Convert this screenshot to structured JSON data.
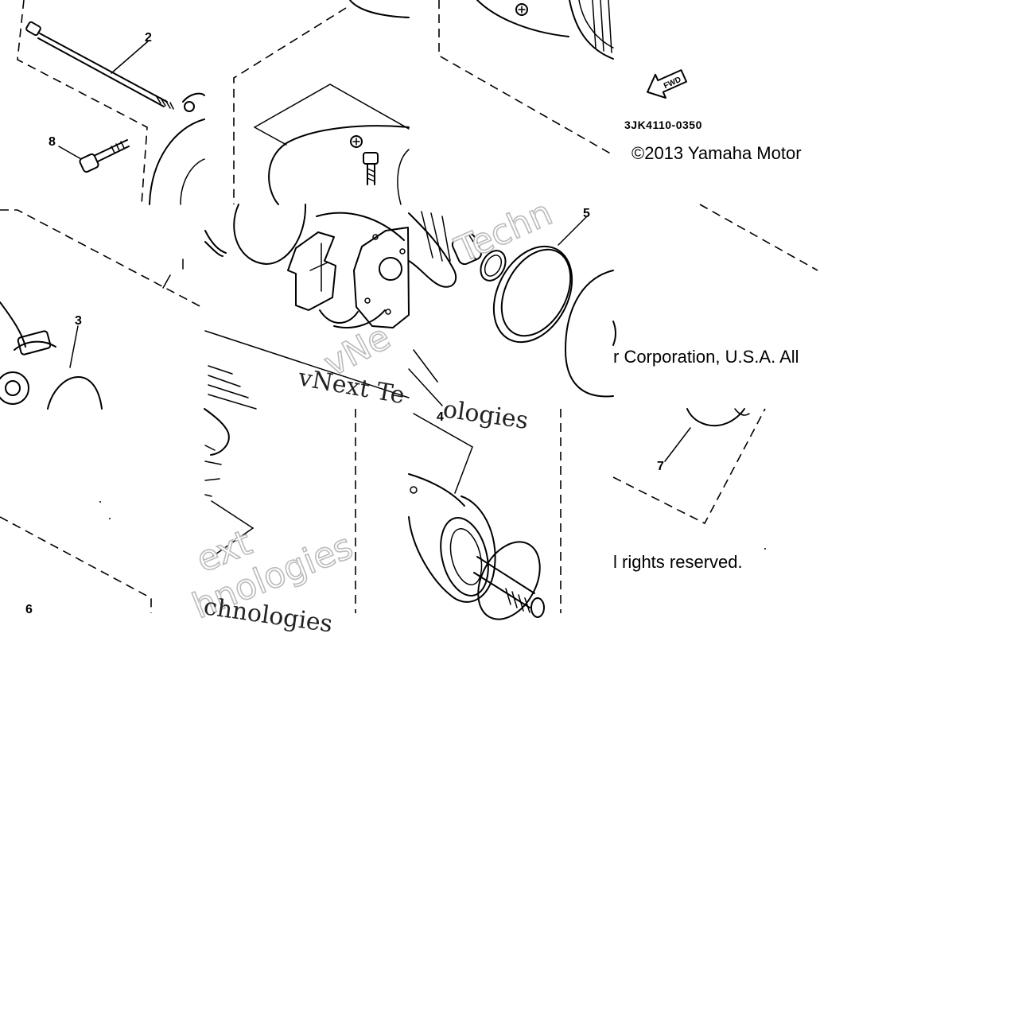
{
  "callouts": {
    "c2": "2",
    "c8": "8",
    "c3": "3",
    "c6": "6",
    "c5": "5",
    "c4": "4",
    "c7": "7"
  },
  "part_code": "3JK4110-0350",
  "fwd_label": "FWD",
  "copyright": {
    "line1": "©2013 Yamaha Motor",
    "line2": "r Corporation, U.S.A. All",
    "line3": "l rights reserved."
  },
  "watermark": {
    "w1": "vNext Te",
    "w2": "ologies",
    "w3": "vNe",
    "w4": "Techn",
    "w5": "ext",
    "w6": "hnologies",
    "w7": "chnologies"
  },
  "colors": {
    "ink": "#000000",
    "paper": "#ffffff",
    "watermark_outline": "#bbbbbb"
  }
}
